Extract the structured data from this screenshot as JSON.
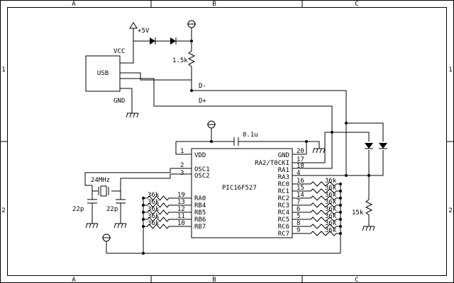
{
  "frame": {
    "columns": [
      "A",
      "B",
      "C"
    ],
    "rows": [
      "1",
      "2"
    ]
  },
  "usb": {
    "name": "USB",
    "vcc": "VCC",
    "gnd": "GND",
    "dminus": "D-",
    "dplus": "D+"
  },
  "supply": {
    "vplus": "+5V"
  },
  "pullup": {
    "value": "1.5k"
  },
  "decoupling": {
    "value": "0.1u"
  },
  "crystal": {
    "freq": "24MHz",
    "c1": "22p",
    "c2": "22p"
  },
  "pulldown": {
    "value": "15k"
  },
  "mcu": {
    "name": "PIC16F527",
    "pins_left": [
      {
        "num": "1",
        "name": "VDD"
      },
      {
        "num": "2",
        "name": "OSC1"
      },
      {
        "num": "3",
        "name": "OSC2"
      },
      {
        "num": "19",
        "name": "RA0"
      },
      {
        "num": "13",
        "name": "RB4"
      },
      {
        "num": "12",
        "name": "RB5"
      },
      {
        "num": "11",
        "name": "RB6"
      },
      {
        "num": "10",
        "name": "RB7"
      }
    ],
    "pins_right": [
      {
        "num": "20",
        "name": "GND"
      },
      {
        "num": "17",
        "name": "RA2/T0CKI"
      },
      {
        "num": "18",
        "name": "RA1"
      },
      {
        "num": "4",
        "name": "RA3"
      },
      {
        "num": "16",
        "name": "RC0"
      },
      {
        "num": "15",
        "name": "RC1"
      },
      {
        "num": "14",
        "name": "RC2"
      },
      {
        "num": "7",
        "name": "RC3"
      },
      {
        "num": "6",
        "name": "RC4"
      },
      {
        "num": "5",
        "name": "RC5"
      },
      {
        "num": "8",
        "name": "RC6"
      },
      {
        "num": "9",
        "name": "RC7"
      }
    ]
  },
  "left_resistors": [
    "36k",
    "36k",
    "36k",
    "36k",
    "36k"
  ],
  "right_resistors": [
    "36k",
    "36k",
    "36k",
    "36k",
    "36k",
    "36k",
    "36k",
    "36k"
  ]
}
